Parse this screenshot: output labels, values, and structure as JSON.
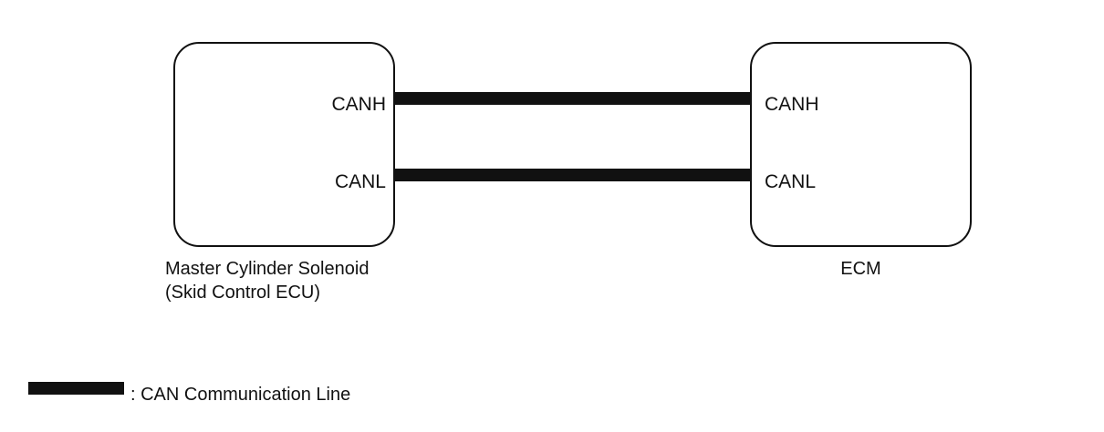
{
  "units": {
    "left": {
      "name_line1": "Master Cylinder Solenoid",
      "name_line2": "(Skid Control ECU)",
      "pin_high": "CANH",
      "pin_low": "CANL"
    },
    "right": {
      "name": "ECM",
      "pin_high": "CANH",
      "pin_low": "CANL"
    }
  },
  "connections": [
    {
      "from": "Master Cylinder Solenoid (Skid Control ECU).CANH",
      "to": "ECM.CANH"
    },
    {
      "from": "Master Cylinder Solenoid (Skid Control ECU).CANL",
      "to": "ECM.CANL"
    }
  ],
  "legend": {
    "text": ": CAN Communication Line"
  },
  "colors": {
    "line": "#111111",
    "background": "#ffffff"
  }
}
